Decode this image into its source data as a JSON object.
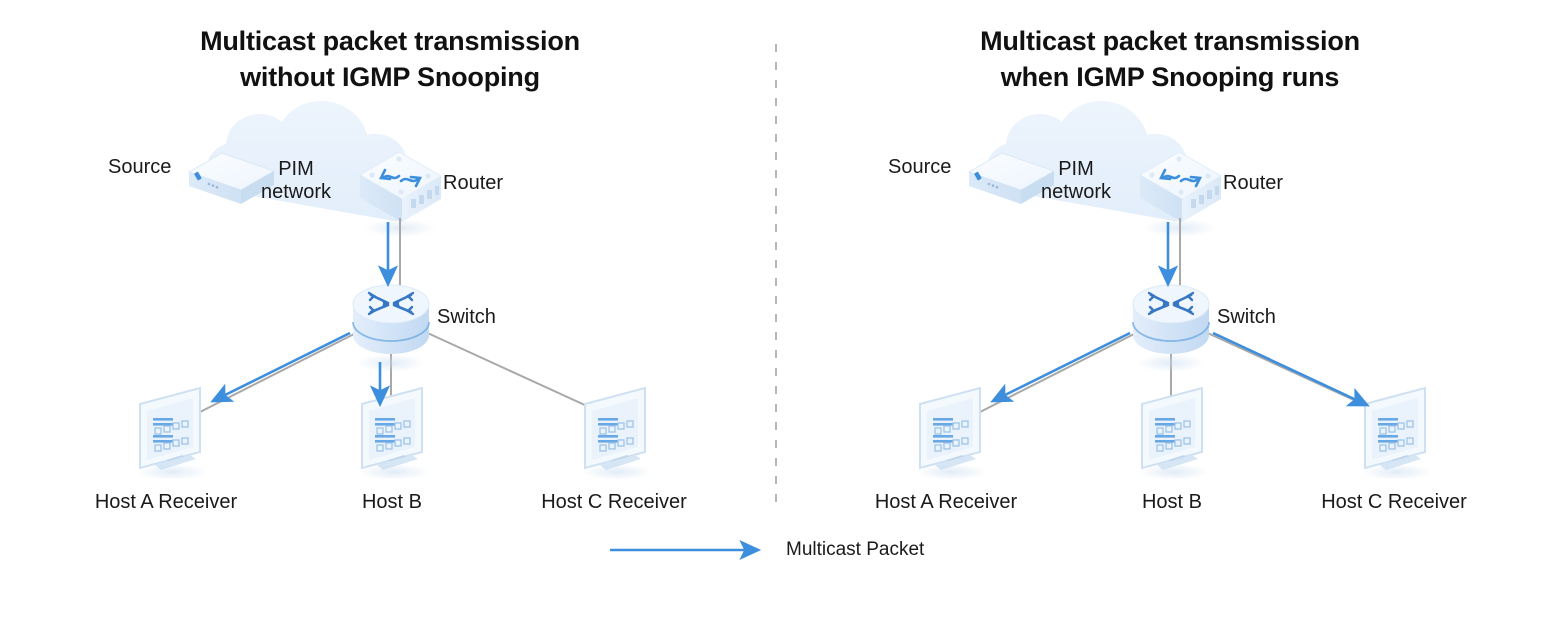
{
  "panels": [
    {
      "id": "without-igmp-snooping",
      "title_line1": "Multicast packet transmission",
      "title_line2": "without IGMP Snooping",
      "labels": {
        "source": "Source",
        "cloud_line1": "PIM",
        "cloud_line2": "network",
        "router": "Router",
        "switch": "Switch",
        "host_a": "Host A Receiver",
        "host_b": "Host B",
        "host_c": "Host C Receiver"
      },
      "multicast_flows": [
        "router-to-switch",
        "switch-to-host-a",
        "switch-to-host-b"
      ],
      "plain_links": [
        "switch-to-host-c"
      ]
    },
    {
      "id": "with-igmp-snooping",
      "title_line1": "Multicast packet transmission",
      "title_line2": "when IGMP Snooping runs",
      "labels": {
        "source": "Source",
        "cloud_line1": "PIM",
        "cloud_line2": "network",
        "router": "Router",
        "switch": "Switch",
        "host_a": "Host A Receiver",
        "host_b": "Host B",
        "host_c": "Host C Receiver"
      },
      "multicast_flows": [
        "router-to-switch",
        "switch-to-host-a",
        "switch-to-host-c"
      ],
      "plain_links": [
        "switch-to-host-b"
      ]
    }
  ],
  "legend": {
    "arrow_label": "Multicast Packet"
  },
  "colors": {
    "multicast_arrow": "#3d8fdd",
    "link_line": "#a8a8a8",
    "cloud_fill": "#e8f1fb",
    "device_light": "#f2f7fd",
    "device_mid": "#dae8f7",
    "device_dark": "#c4d9ef",
    "icon_blue": "#3d8fdd",
    "title_text": "#111111",
    "label_text": "#1a1a1a",
    "divider": "#b6b6b6",
    "background": "#ffffff"
  }
}
